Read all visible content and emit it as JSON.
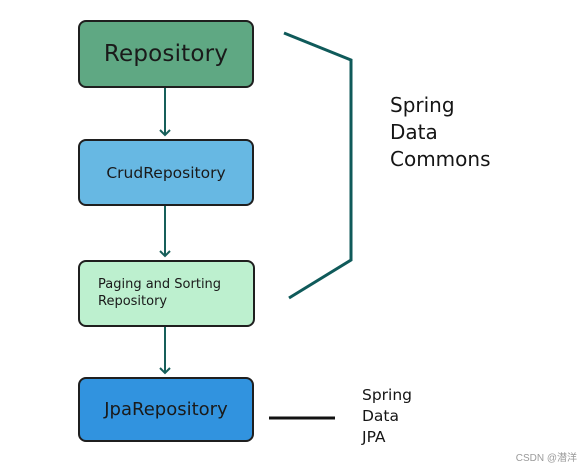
{
  "diagram": {
    "nodes": [
      {
        "id": "repository",
        "label": "Repository",
        "fill": "#5fa883"
      },
      {
        "id": "crud-repository",
        "label": "CrudRepository",
        "fill": "#67b8e3"
      },
      {
        "id": "paging-and-sorting-repository",
        "label_lines": [
          "Paging and Sorting",
          "Repository"
        ],
        "fill": "#bdf0cf"
      },
      {
        "id": "jpa-repository",
        "label": "JpaRepository",
        "fill": "#3193df"
      }
    ],
    "edges": [
      {
        "from": "repository",
        "to": "crud-repository"
      },
      {
        "from": "crud-repository",
        "to": "paging-and-sorting-repository"
      },
      {
        "from": "paging-and-sorting-repository",
        "to": "jpa-repository"
      }
    ],
    "groups": {
      "spring_data_commons": {
        "lines": [
          "Spring",
          "Data",
          "Commons"
        ],
        "bracket_color": "#0f5a5a"
      },
      "spring_data_jpa": {
        "lines": [
          "Spring",
          "Data",
          "JPA"
        ],
        "connector_color": "#111111"
      }
    },
    "arrow_color": "#165f5a"
  },
  "watermark": "CSDN @潜洋"
}
